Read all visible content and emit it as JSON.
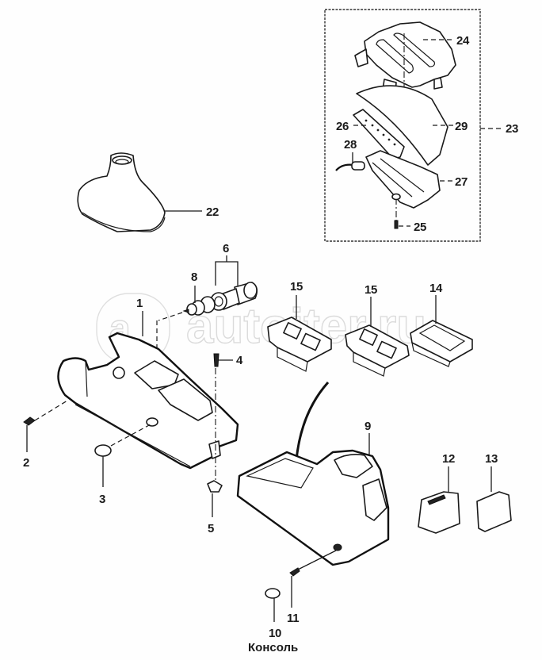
{
  "diagram": {
    "caption": "Консоль",
    "watermark": "autoiter.ru",
    "callouts": [
      {
        "id": "c1",
        "label": "1"
      },
      {
        "id": "c2",
        "label": "2"
      },
      {
        "id": "c3",
        "label": "3"
      },
      {
        "id": "c4",
        "label": "4"
      },
      {
        "id": "c5",
        "label": "5"
      },
      {
        "id": "c6",
        "label": "6"
      },
      {
        "id": "c8",
        "label": "8"
      },
      {
        "id": "c9",
        "label": "9"
      },
      {
        "id": "c10",
        "label": "10"
      },
      {
        "id": "c11",
        "label": "11"
      },
      {
        "id": "c12",
        "label": "12"
      },
      {
        "id": "c13",
        "label": "13"
      },
      {
        "id": "c14",
        "label": "14"
      },
      {
        "id": "c15a",
        "label": "15"
      },
      {
        "id": "c15b",
        "label": "15"
      },
      {
        "id": "c22",
        "label": "22"
      },
      {
        "id": "c23",
        "label": "23"
      },
      {
        "id": "c24",
        "label": "24"
      },
      {
        "id": "c25",
        "label": "25"
      },
      {
        "id": "c26",
        "label": "26"
      },
      {
        "id": "c27",
        "label": "27"
      },
      {
        "id": "c28",
        "label": "28"
      },
      {
        "id": "c29",
        "label": "29"
      }
    ]
  }
}
